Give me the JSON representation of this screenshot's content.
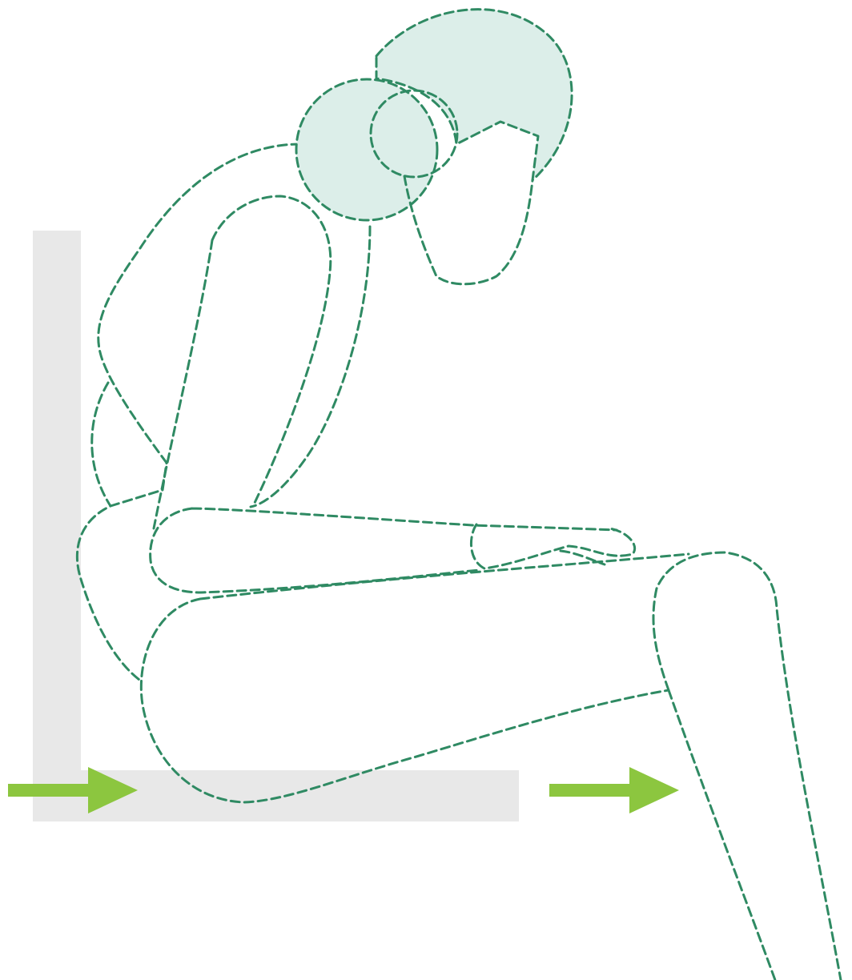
{
  "colors": {
    "background": "#ffffff",
    "chair": "#e8e8e8",
    "outline": "#2f8a63",
    "head_fill": "#dceee9",
    "arrow": "#8cc63f"
  },
  "figure": {
    "subject": "seated-person-slouching",
    "parts": [
      "head-forward",
      "head-back",
      "ear",
      "face",
      "upper-arm",
      "torso",
      "forearm",
      "hand",
      "thigh",
      "shin"
    ]
  },
  "arrows": [
    {
      "name": "seat-arrow",
      "direction": "right"
    },
    {
      "name": "knee-arrow",
      "direction": "right"
    }
  ]
}
